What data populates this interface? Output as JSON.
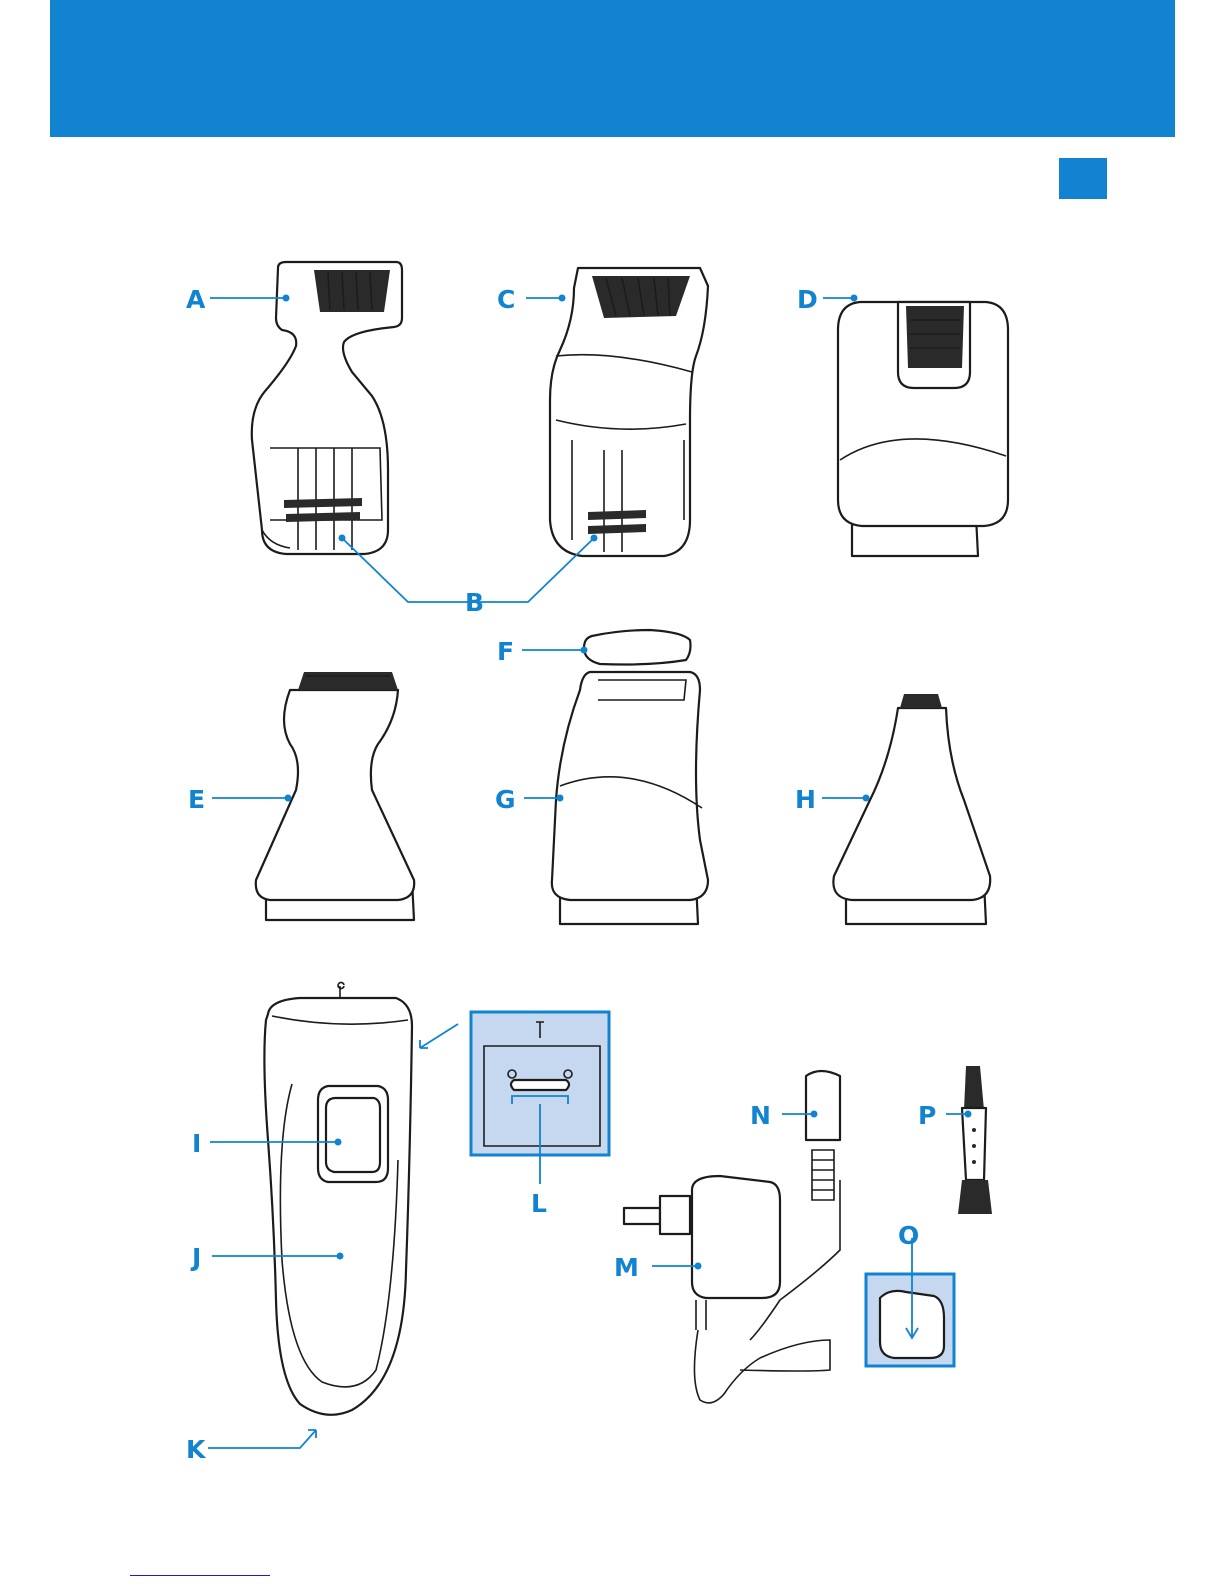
{
  "colors": {
    "accent": "#1183d0",
    "outline": "#1c1c1c",
    "highlight": "#c5d8ef"
  },
  "labels": {
    "A": "A",
    "B": "B",
    "C": "C",
    "D": "D",
    "E": "E",
    "F": "F",
    "G": "G",
    "H": "H",
    "I": "I",
    "J": "J",
    "K": "K",
    "L": "L",
    "M": "M",
    "N": "N",
    "O": "O",
    "P": "P"
  }
}
